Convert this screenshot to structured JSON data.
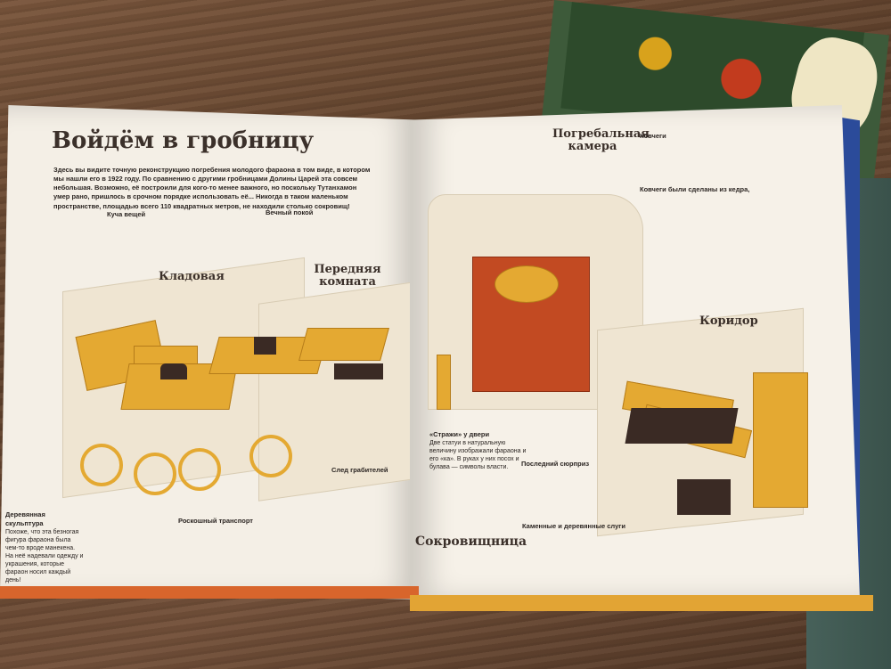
{
  "page": {
    "title": "Войдём в гробницу",
    "intro": "Здесь вы видите точную реконструкцию погребения молодого фараона в том виде, в котором мы нашли его в 1922 году. По сравнению с другими гробницами Долины Царей эта совсем небольшая. Возможно, её построили для кого-то менее важного, но поскольку Тутанхамон умер рано, пришлось в срочном порядке использовать её... Никогда в таком маленьком пространстве, площадью всего 110 квадратных метров, не находили столько сокровищ!",
    "rooms": {
      "storage": "Кладовая",
      "antechamber": "Передняя комната",
      "burial": "Погребальная камера",
      "corridor": "Коридор",
      "treasury": "Сокровищница"
    },
    "captions": {
      "pile_title": "Куча вещей",
      "bed_title": "Вечный покой",
      "sculpture_title": "Деревянная скульптура",
      "sculpture_text": "Похоже, что эта безногая фигура фараона была чем-то вроде манекена. На неё надевали одежду и украшения, которые фараон носил каждый день!",
      "transport_title": "Роскошный транспорт",
      "robbers_title": "След грабителей",
      "guards_title": "«Стражи» у двери",
      "guards_text": "Две статуи в натуральную величину изображали фараона и его «ка». В руках у них посох и булава — символы власти.",
      "surprise_title": "Последний сюрприз",
      "shrines_title": "Ковчеги",
      "cedar_title": "Ковчеги были сделаны из кедра,",
      "boats_title": "Каменные и деревянные слуги"
    }
  }
}
